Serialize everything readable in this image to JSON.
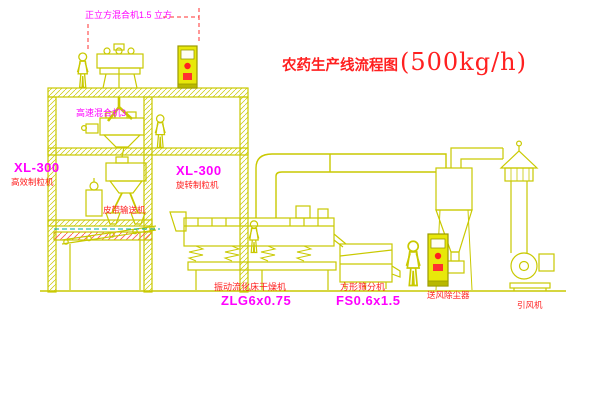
{
  "title": {
    "text": "农药生产线流程图",
    "capacity": "(500kg/h)"
  },
  "labels": {
    "top_mixer": "正立方混合机1.5 立方",
    "high_speed_mixer": "高速混合机3",
    "granulator_left_model": "XL-300",
    "granulator_left_name": "高效制粒机",
    "granulator_mid_model": "XL-300",
    "granulator_mid_name": "旋转制粒机",
    "belt_conveyor": "皮带输送机",
    "dryer_name": "振动流化床干燥机",
    "dryer_model": "ZLG6x0.75",
    "sieve_name": "方形筛分机",
    "sieve_model": "FS0.6x1.5",
    "dust_collector": "送风除尘器",
    "induced_fan": "引风机"
  },
  "colors": {
    "line_yellow": "#c9c900",
    "text_red": "#ff2020",
    "text_magenta": "#ff00ff",
    "dashed_teal": "#00aaaa",
    "leader_red": "#ff3030",
    "cabinet_fill": "#e8e80a"
  }
}
